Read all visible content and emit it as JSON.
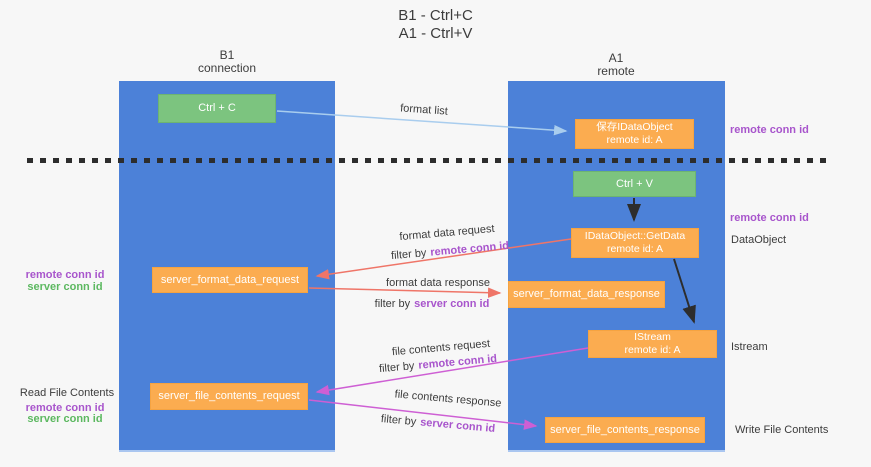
{
  "title": {
    "line1": "B1 - Ctrl+C",
    "line2": "A1 - Ctrl+V"
  },
  "lanes": {
    "left": {
      "name": "B1",
      "role": "connection"
    },
    "right": {
      "name": "A1",
      "role": "remote"
    }
  },
  "boxes": {
    "ctrl_c": {
      "label": "Ctrl + C"
    },
    "ctrl_v": {
      "label": "Ctrl + V"
    },
    "save_dataobject": {
      "line1": "保存IDataObject",
      "line2": "remote id: A"
    },
    "getdata": {
      "line1": "IDataObject::GetData",
      "line2": "remote id: A"
    },
    "server_format_data_request": {
      "label": "server_format_data_request"
    },
    "server_format_data_response": {
      "label": "server_format_data_response"
    },
    "istream": {
      "line1": "IStream",
      "line2": "remote id: A"
    },
    "server_file_contents_request": {
      "label": "server_file_contents_request"
    },
    "server_file_contents_response": {
      "label": "server_file_contents_response"
    }
  },
  "flow_labels": {
    "format_list": "format list",
    "format_data_request": "format data request",
    "format_data_response": "format data response",
    "file_contents_request": "file contents request",
    "file_contents_response": "file contents response",
    "filter_by": "filter by",
    "remote_conn_id": "remote conn id",
    "server_conn_id": "server conn id"
  },
  "side_labels": {
    "right_top_remote_conn_id": "remote conn id",
    "right_mid_remote_conn_id": "remote conn id",
    "dataobject": "DataObject",
    "istream": "Istream",
    "write_file_contents": "Write File Contents",
    "left_remote_conn_id_top": "remote conn id",
    "left_server_conn_id_top": "server conn id",
    "read_file_contents": "Read File Contents",
    "left_remote_conn_id_bottom": "remote conn id",
    "left_server_conn_id_bottom": "server conn id"
  },
  "colors": {
    "lane_blue": "#4c81d8",
    "box_orange": "#fbac50",
    "box_green": "#7cc47f",
    "arrow_light_blue": "#a9cdee",
    "arrow_salmon": "#ef7568",
    "arrow_magenta": "#ce5fd4",
    "arrow_black": "#2d2d2d",
    "label_purple": "#a855cc",
    "label_green": "#5cb860",
    "text_dark": "#3c3c3c",
    "background": "#f7f7f7"
  }
}
